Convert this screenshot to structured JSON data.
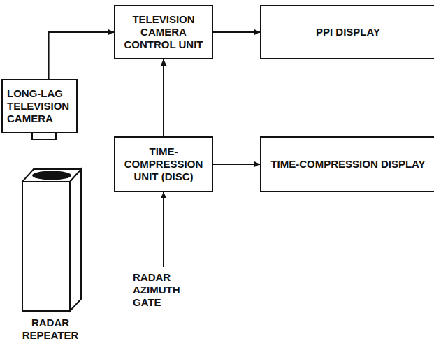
{
  "diagram": {
    "nodes": [
      {
        "text": [
          "LONG-LAG TELEVISION CAMERA"
        ]
      },
      {
        "text": [
          "TELEVISION CAMERA CONTROL UNIT"
        ]
      },
      {
        "text": [
          "PPI DISPLAY"
        ]
      },
      {
        "text": [
          "TIME-COMPRESSION UNIT (DISC)"
        ]
      },
      {
        "text": [
          "TIME-COMPRESSION DISPLAY"
        ]
      }
    ],
    "edges": [
      {
        "from": 0,
        "to": 1,
        "arrow": "to"
      },
      {
        "from": 1,
        "to": 2,
        "arrow": "to"
      },
      {
        "from": 3,
        "to": 1,
        "arrow": "to"
      },
      {
        "from": 3,
        "to": 4,
        "arrow": "to"
      }
    ],
    "labels": [
      "RADAR AZIMUTH GATE",
      "RADAR REPEATER"
    ]
  }
}
